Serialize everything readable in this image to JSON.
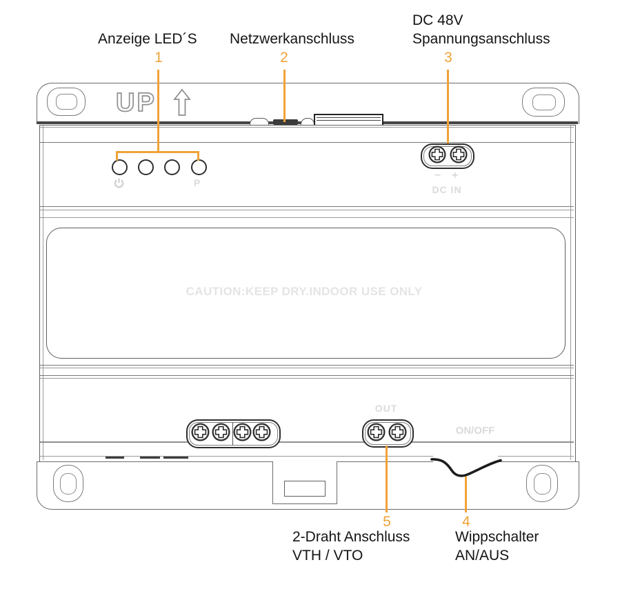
{
  "colors": {
    "accent_orange": "#F0A236",
    "outline_gray": "#616161",
    "silkscreen_gray": "#DADADA",
    "label_black": "#141414"
  },
  "callouts": {
    "leds": {
      "number": "1",
      "label": "Anzeige LED´S"
    },
    "network": {
      "number": "2",
      "label": "Netzwerkanschluss"
    },
    "power": {
      "number": "3",
      "label_line1": "DC 48V",
      "label_line2": "Spannungsanschluss"
    },
    "rocker": {
      "number": "4",
      "label_line1": "Wippschalter",
      "label_line2": "AN/AUS"
    },
    "two_wire": {
      "number": "5",
      "label_line1": "2-Draht Anschluss",
      "label_line2": "VTH / VTO"
    }
  },
  "device": {
    "up_marking": "UP",
    "caution_text": "CAUTION:KEEP DRY.INDOOR USE ONLY",
    "dc_in": {
      "minus_symbol": "−",
      "plus_symbol": "+",
      "label": "DC IN"
    },
    "out_label": "OUT",
    "on_off_label": "ON/OFF",
    "led_p_label": "P"
  }
}
